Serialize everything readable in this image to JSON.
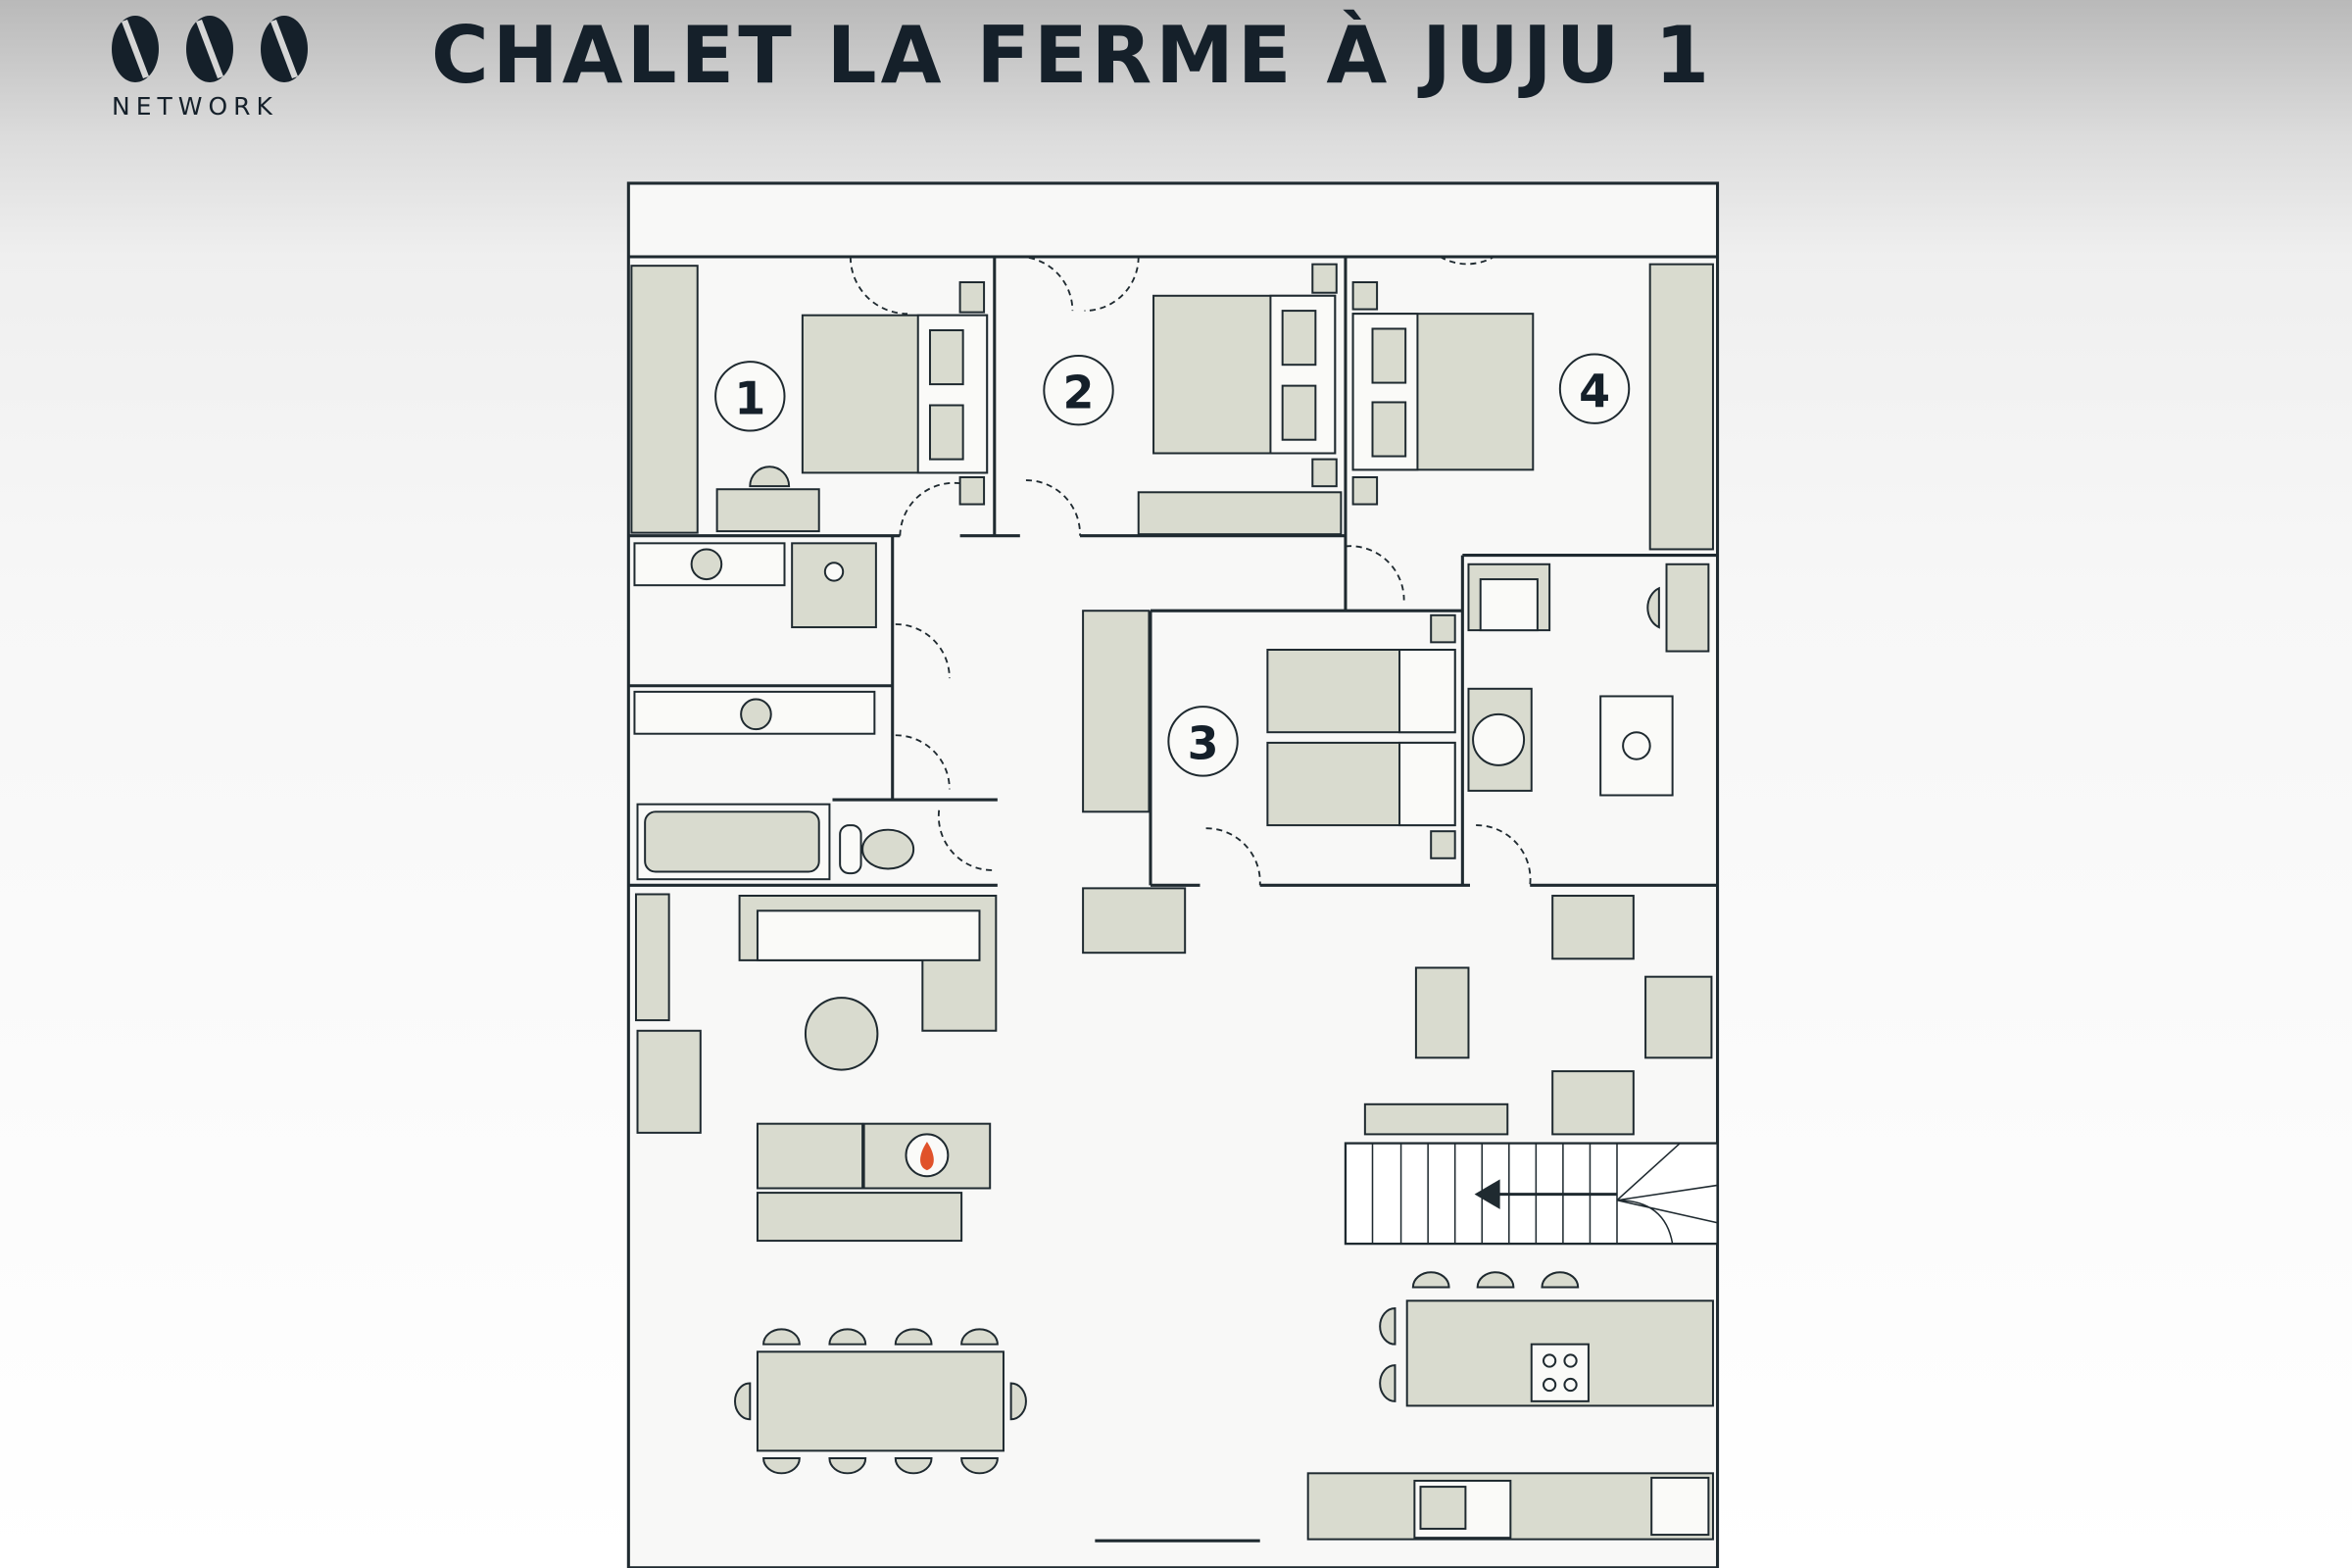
{
  "header": {
    "logo_text": "NETWORK",
    "title": "CHALET LA FERME À JUJU 1"
  },
  "floorplan": {
    "rooms": [
      {
        "number": "1"
      },
      {
        "number": "2"
      },
      {
        "number": "3"
      },
      {
        "number": "4"
      }
    ]
  },
  "colors": {
    "furniture": "#d9dbcf",
    "lines": "#1f2a30",
    "title": "#15202a",
    "fire": "#e0522a"
  }
}
